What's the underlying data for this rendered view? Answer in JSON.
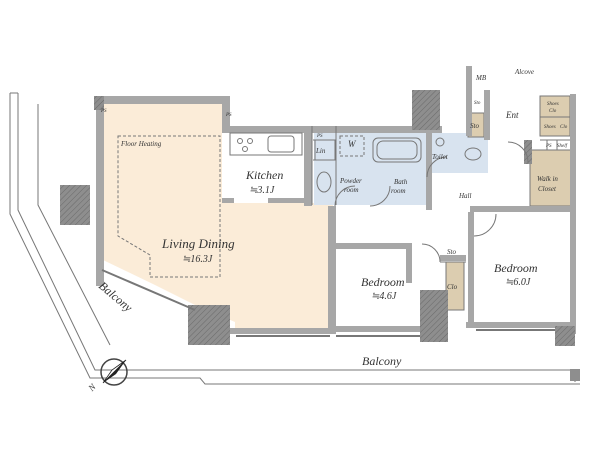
{
  "rooms": {
    "living_dining": {
      "label": "Living Dining",
      "area": "≒16.3J"
    },
    "floor_heating": "Floor Heating",
    "kitchen": {
      "label": "Kitchen",
      "area": "≒3.1J"
    },
    "bedroom1": {
      "label": "Bedroom",
      "area": "≒4.6J"
    },
    "bedroom2": {
      "label": "Bedroom",
      "area": "≒6.0J"
    },
    "powder_room": [
      "Powder",
      "room"
    ],
    "bath_room": [
      "Bath",
      "room"
    ],
    "toilet": "Toilet",
    "hall": "Hall",
    "ent": "Ent",
    "walk_in_closet": [
      "Walk in",
      "Closet"
    ],
    "alcove": "Alcove",
    "mb": "MB",
    "ps": "PS",
    "lin": "Lin",
    "w": "W",
    "sto": "Sto",
    "clo": "Clo",
    "shelf": "Shelf",
    "shoes_clo": [
      "Shoes",
      "Clo"
    ],
    "balcony_left": "Balcony",
    "balcony_bottom": "Balcony",
    "compass": "N"
  },
  "colors": {
    "living_floor": "#fbecd8",
    "closet": "#dccdb0",
    "wet_area": "#d8e3ef",
    "wall": "#a7a7a7"
  }
}
